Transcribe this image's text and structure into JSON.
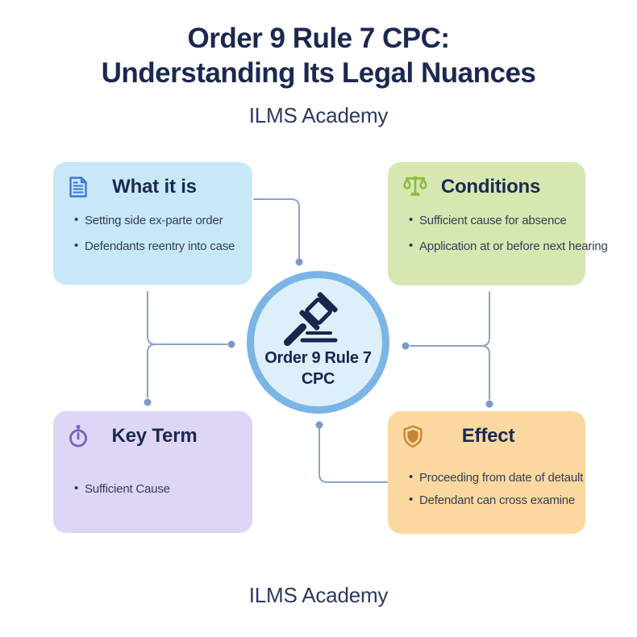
{
  "header": {
    "title_line1": "Order 9 Rule 7 CPC:",
    "title_line2": "Understanding Its Legal Nuances",
    "subtitle": "ILMS Academy"
  },
  "center": {
    "icon": "gavel-icon",
    "label_line1": "Order 9 Rule 7",
    "label_line2": "CPC"
  },
  "cards": [
    {
      "id": "what-it-is",
      "icon": "document-icon",
      "icon_color": "#3b76db",
      "bg_color": "#c8e8f8",
      "title": "What it is",
      "bullets": [
        "Setting side ex-parte order",
        "Defendants reentry into case"
      ]
    },
    {
      "id": "conditions",
      "icon": "scales-icon",
      "icon_color": "#8cbd3e",
      "bg_color": "#d7e7b2",
      "title": "Conditions",
      "bullets": [
        "Sufficient cause for absence",
        "Application at or before next hearing"
      ]
    },
    {
      "id": "key-term",
      "icon": "stopwatch-icon",
      "icon_color": "#7b5fc8",
      "bg_color": "#ded6f6",
      "title": "Key Term",
      "bullets": [
        "Sufficient Cause"
      ]
    },
    {
      "id": "effect",
      "icon": "shield-icon",
      "icon_color": "#c98434",
      "bg_color": "#fbd8a0",
      "title": "Effect",
      "bullets": [
        "Proceeding from date of detault",
        "Defendant can cross examine"
      ]
    }
  ],
  "footer": {
    "brand": "ILMS Academy"
  },
  "colors": {
    "title_text": "#1b2950",
    "body_text": "#333f52",
    "connector_line": "#8aa5c7",
    "connector_dot": "#7d9ac4",
    "circle_fill": "#ddeffa",
    "circle_border": "#7ab5e5",
    "gavel": "#16264d"
  }
}
